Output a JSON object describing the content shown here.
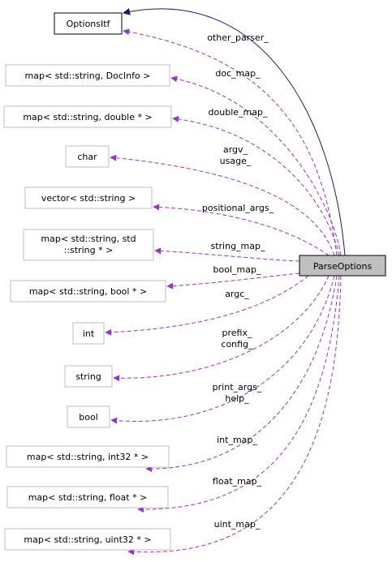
{
  "diagram": {
    "focus": {
      "id": "ParseOptions",
      "label": "ParseOptions"
    },
    "base": {
      "id": "OptionsItf",
      "label": "OptionsItf"
    },
    "members": [
      {
        "id": "optionsitf",
        "label": [
          "OptionsItf"
        ],
        "edge": [
          "other_parser_"
        ],
        "kind": "inherit+usage"
      },
      {
        "id": "map-docinfo",
        "label": [
          "map< std::string, DocInfo >"
        ],
        "edge": [
          "doc_map_"
        ]
      },
      {
        "id": "map-double",
        "label": [
          "map< std::string, double * >"
        ],
        "edge": [
          "double_map_"
        ]
      },
      {
        "id": "char",
        "label": [
          "char"
        ],
        "edge": [
          "argv_",
          "usage_"
        ]
      },
      {
        "id": "vector-string",
        "label": [
          "vector< std::string >"
        ],
        "edge": [
          "positional_args_"
        ]
      },
      {
        "id": "map-string",
        "label": [
          "map< std::string, std",
          "::string * >"
        ],
        "edge": [
          "string_map_"
        ]
      },
      {
        "id": "map-bool",
        "label": [
          "map< std::string, bool * >"
        ],
        "edge": [
          "bool_map_"
        ]
      },
      {
        "id": "int",
        "label": [
          "int"
        ],
        "edge": [
          "argc_"
        ]
      },
      {
        "id": "string",
        "label": [
          "string"
        ],
        "edge": [
          "prefix_",
          "config_"
        ]
      },
      {
        "id": "bool",
        "label": [
          "bool"
        ],
        "edge": [
          "print_args_",
          "help_"
        ]
      },
      {
        "id": "map-int32",
        "label": [
          "map< std::string, int32 * >"
        ],
        "edge": [
          "int_map_"
        ]
      },
      {
        "id": "map-float",
        "label": [
          "map< std::string, float * >"
        ],
        "edge": [
          "float_map_"
        ]
      },
      {
        "id": "map-uint32",
        "label": [
          "map< std::string, uint32 * >"
        ],
        "edge": [
          "uint_map_"
        ]
      }
    ],
    "colors": {
      "usage_edge": "#9a32cd",
      "inherit_edge": "#191970",
      "focus_fill": "#bfbfbf",
      "node_border": "#bfbfbf"
    }
  }
}
